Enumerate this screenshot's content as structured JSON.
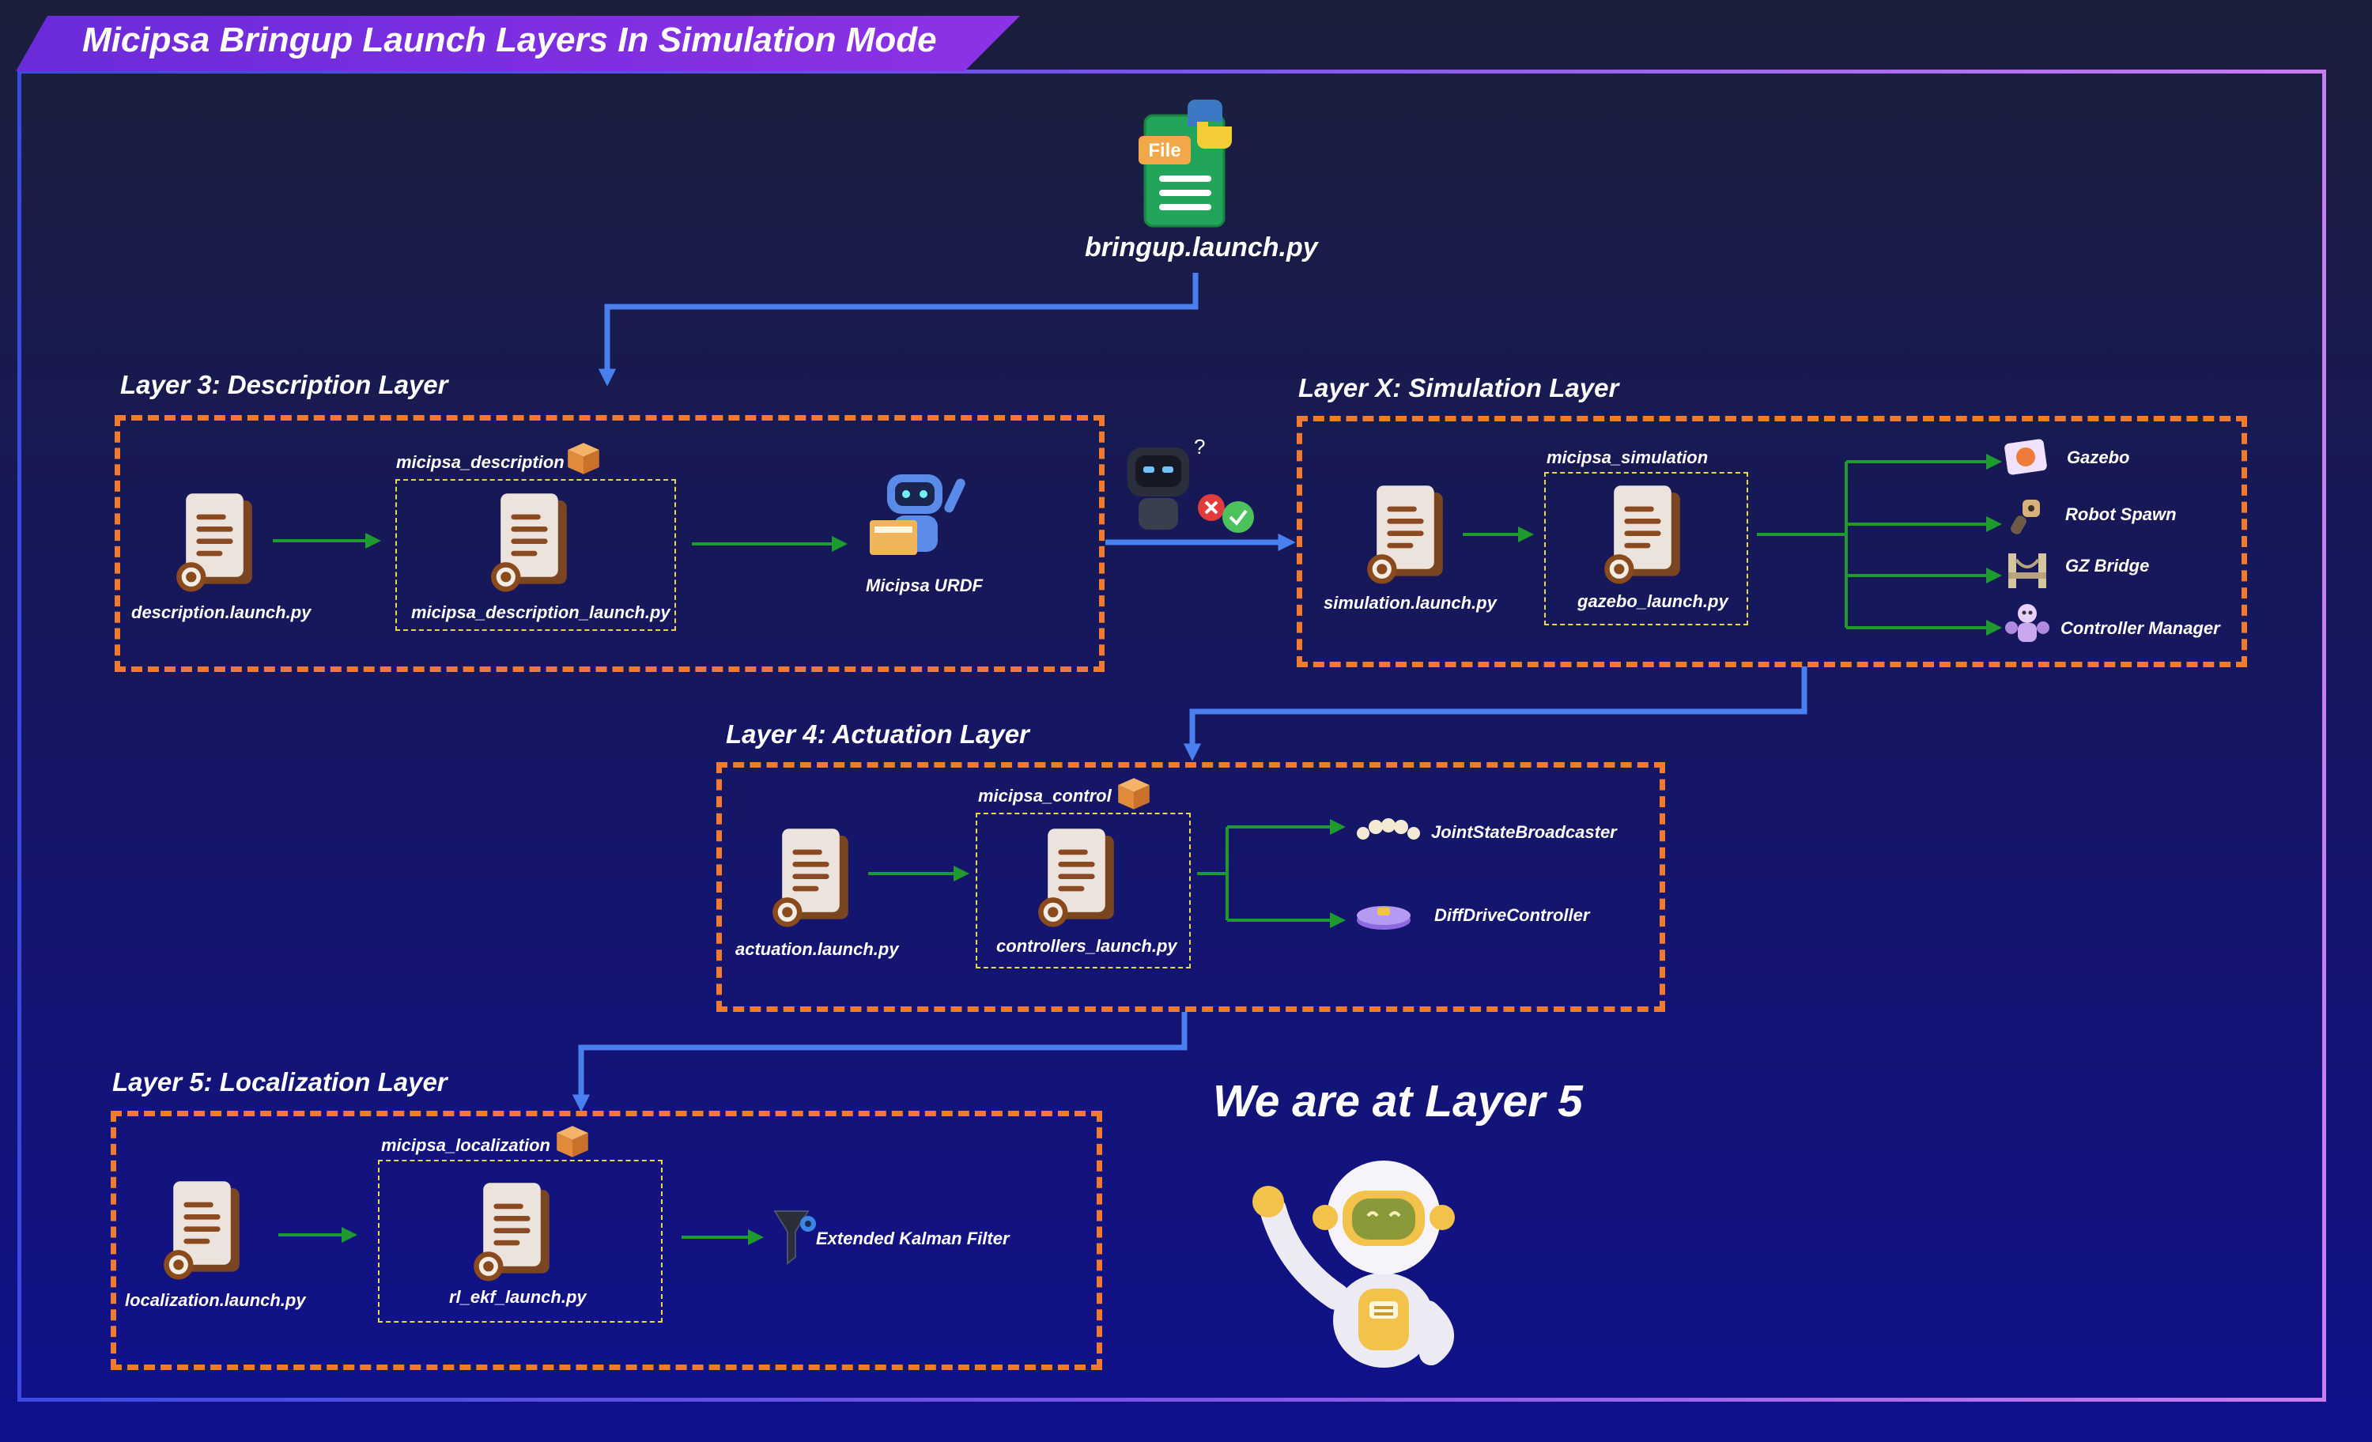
{
  "title": "Micipsa Bringup Launch Layers In Simulation Mode",
  "root": {
    "file_icon_text": "File",
    "label": "bringup.launch.py"
  },
  "status_text": "We are at Layer 5",
  "layer3": {
    "title": "Layer 3: Description Layer",
    "launch_file": "description.launch.py",
    "package": "micipsa_description",
    "package_launch": "micipsa_description_launch.py",
    "output": "Micipsa URDF"
  },
  "layerx": {
    "title": "Layer X: Simulation Layer",
    "launch_file": "simulation.launch.py",
    "package": "micipsa_simulation",
    "package_launch": "gazebo_launch.py",
    "outputs": [
      "Gazebo",
      "Robot Spawn",
      "GZ Bridge",
      "Controller Manager"
    ]
  },
  "layer4": {
    "title": "Layer 4: Actuation Layer",
    "launch_file": "actuation.launch.py",
    "package": "micipsa_control",
    "package_launch": "controllers_launch.py",
    "outputs": [
      "JointStateBroadcaster",
      "DiffDriveController"
    ]
  },
  "layer5": {
    "title": "Layer 5: Localization Layer",
    "launch_file": "localization.launch.py",
    "package": "micipsa_localization",
    "package_launch": "rl_ekf_launch.py",
    "output": "Extended Kalman Filter"
  },
  "colors": {
    "layer_border": "#f07a2e",
    "package_border": "#e8d84a",
    "flow_arrow": "#4a7ff0",
    "inner_arrow": "#1f9a2e",
    "banner": "#7a2fe0"
  }
}
